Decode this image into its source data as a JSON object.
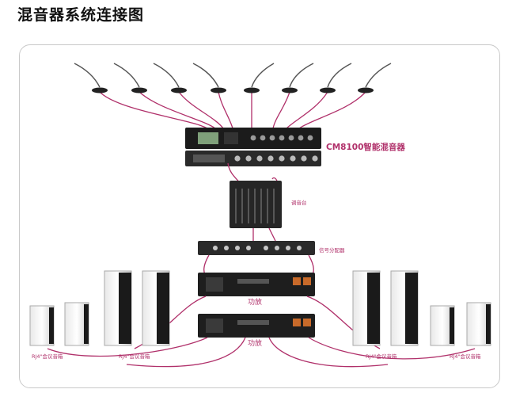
{
  "title": "混音器系统连接图",
  "labels": {
    "mixer_name": "CM8100智能混音器",
    "console": "调音台",
    "crossover": "信号分配器",
    "amp1": "功放",
    "amp2": "功放",
    "spk_outer_left": "RJ4\"会议音箱",
    "spk_inner_left": "RJ4\"会议音箱",
    "spk_inner_right": "RJ4\"会议音箱",
    "spk_outer_right": "RJ4\"会议音箱"
  },
  "colors": {
    "cable": "#b0306a",
    "device": "#1a1a1a"
  }
}
